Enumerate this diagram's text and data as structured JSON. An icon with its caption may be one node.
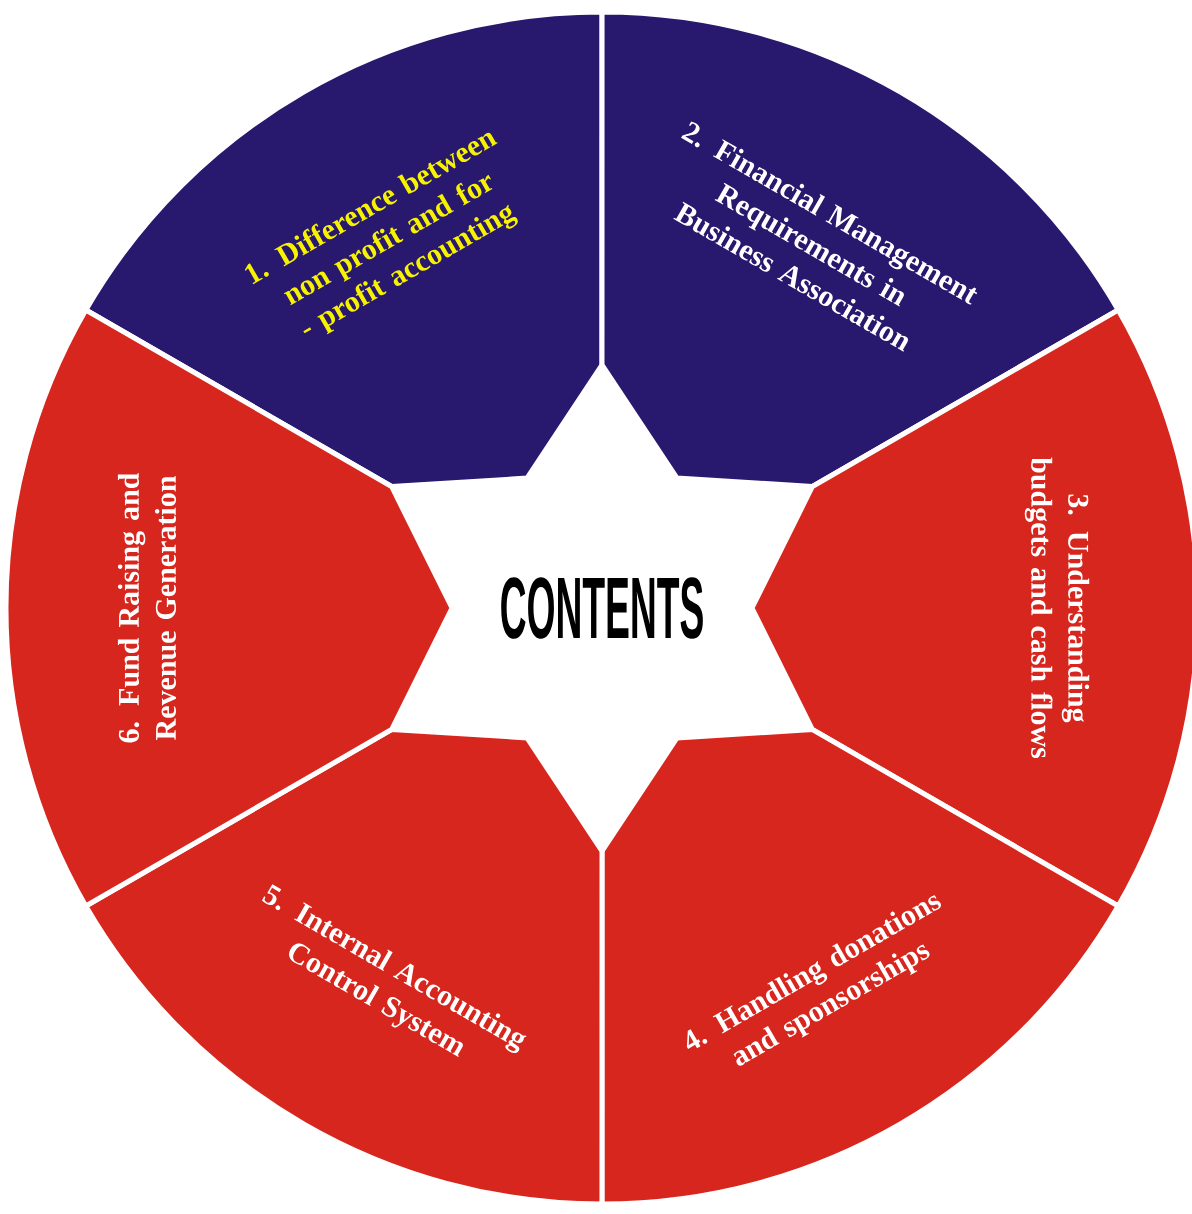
{
  "diagram": {
    "nodes": [
      {
        "text": [
          "1. Difference between non profit and for - profit accounting"
        ]
      },
      {
        "text": [
          "2. Financial Management Requirements in Business Association"
        ]
      },
      {
        "text": [
          "3. Understanding budgets and cash flows"
        ]
      },
      {
        "text": [
          "4. Handling donations and sponsorships"
        ]
      },
      {
        "text": [
          "5. Internal Accounting Control System"
        ]
      },
      {
        "text": [
          "6. Fund Raising and Revenue Generation"
        ]
      },
      {
        "text": [
          "CONTENTS"
        ]
      }
    ]
  }
}
